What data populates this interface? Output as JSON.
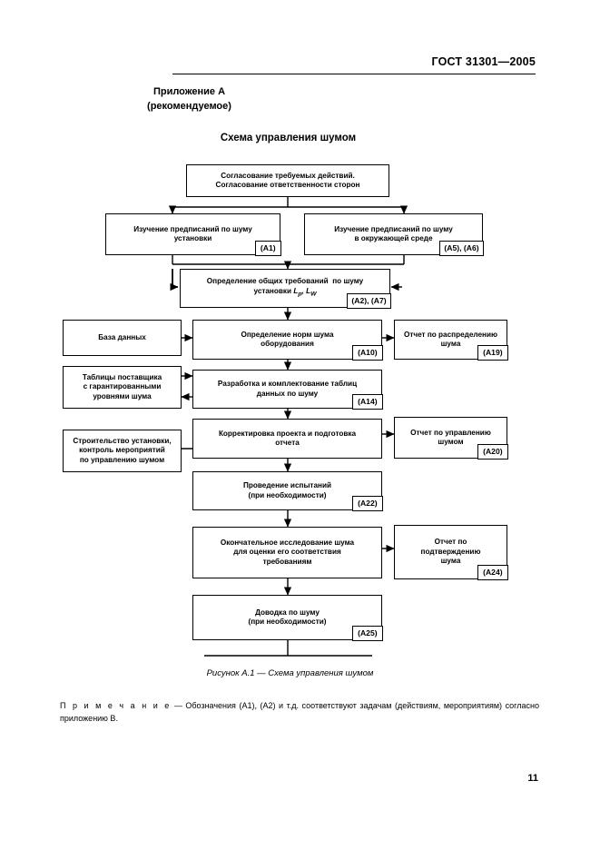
{
  "header": {
    "standard": "ГОСТ 31301—2005",
    "appendix_line1": "Приложение А",
    "appendix_line2": "(рекомендуемое)",
    "diagram_title": "Схема управления шумом"
  },
  "figure": {
    "caption": "Рисунок А.1 — Схема управления шумом",
    "note_lead": "П р и м е ч а н и е",
    "note_text": " — Обозначения (А1), (А2) и т.д. соответствуют задачам (действиям, мероприятиям) согласно приложению В."
  },
  "page_number": "11",
  "chart_data": {
    "type": "diagram",
    "title": "Схема управления шумом",
    "nodes": [
      {
        "id": "n1",
        "label": "Согласование требуемых действий.\nСогласование ответственности сторон",
        "tag": ""
      },
      {
        "id": "n2",
        "label": "Изучение предписаний по шуму\nустановки",
        "tag": "(А1)"
      },
      {
        "id": "n3",
        "label": "Изучение предписаний по шуму\nв окружающей среде",
        "tag": "(А5), (А6)"
      },
      {
        "id": "n4",
        "label": "Определение общих требований  по шуму\nустановки Lp, LW",
        "tag": "(А2), (А7)"
      },
      {
        "id": "n5",
        "label": "База данных",
        "tag": ""
      },
      {
        "id": "n6",
        "label": "Определение норм шума\nоборудования",
        "tag": "(А10)"
      },
      {
        "id": "n7",
        "label": "Отчет по распределению\nшума",
        "tag": "(А19)"
      },
      {
        "id": "n8",
        "label": "Таблицы поставщика\nс гарантированными\nуровнями шума",
        "tag": ""
      },
      {
        "id": "n9",
        "label": "Разработка и комплектование таблиц\nданных по шуму",
        "tag": "(А14)"
      },
      {
        "id": "n10",
        "label": "Корректировка проекта и подготовка\nотчета",
        "tag": ""
      },
      {
        "id": "n11",
        "label": "Отчет по управлению\nшумом",
        "tag": "(А20)"
      },
      {
        "id": "n12",
        "label": "Строительство установки,\nконтроль мероприятий\nпо управлению шумом",
        "tag": ""
      },
      {
        "id": "n13",
        "label": "Проведение испытаний\n(при необходимости)",
        "tag": "(А22)"
      },
      {
        "id": "n14",
        "label": "Окончательное исследование шума\nдля оценки его соответствия\nтребованиям",
        "tag": ""
      },
      {
        "id": "n15",
        "label": "Отчет по\nподтверждению\nшума",
        "tag": "(А24)"
      },
      {
        "id": "n16",
        "label": "Доводка по шуму\n(при необходимости)",
        "tag": "(А25)"
      }
    ]
  }
}
